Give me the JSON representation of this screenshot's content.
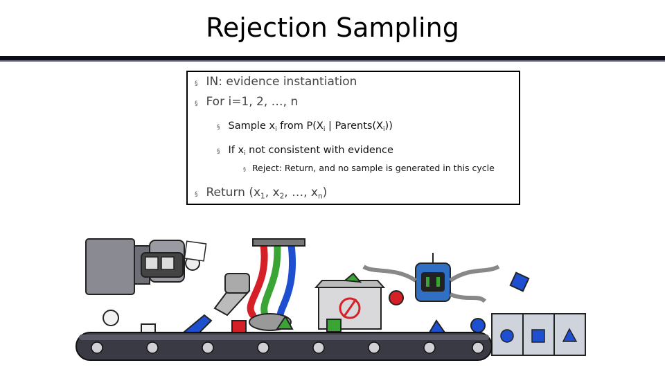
{
  "slide": {
    "title": "Rejection Sampling"
  },
  "bullets": {
    "b1": "IN: evidence instantiation",
    "b2": "For i=1, 2, …, n",
    "b3_pre": "Sample x",
    "b3_sub1": "i",
    "b3_mid": " from P(X",
    "b3_sub2": "i",
    "b3_mid2": " | Parents(X",
    "b3_sub3": "i",
    "b3_post": "))",
    "b4_pre": "If x",
    "b4_sub": "i",
    "b4_post": " not consistent with evidence",
    "b5": "Reject: Return, and no sample is generated in this cycle",
    "b6_pre": "Return (x",
    "b6_s1": "1",
    "b6_c1": ", x",
    "b6_s2": "2",
    "b6_c2": ", …, x",
    "b6_s3": "n",
    "b6_post": ")"
  },
  "bullet_marker": "§",
  "colors": {
    "title_rule": "#0d0d1a",
    "machine_gray": "#7a7a82",
    "belt_dark": "#3a3a44",
    "red": "#d62027",
    "green": "#3aa535",
    "blue": "#1f4fd1",
    "robot_blue": "#2f6fc4"
  },
  "illustration": {
    "description_icons": [
      "camera-machine-icon",
      "arm-robot-icon",
      "reject-bin-icon",
      "sorter-robot-icon",
      "conveyor-belt-icon",
      "output-bins-icon"
    ]
  }
}
